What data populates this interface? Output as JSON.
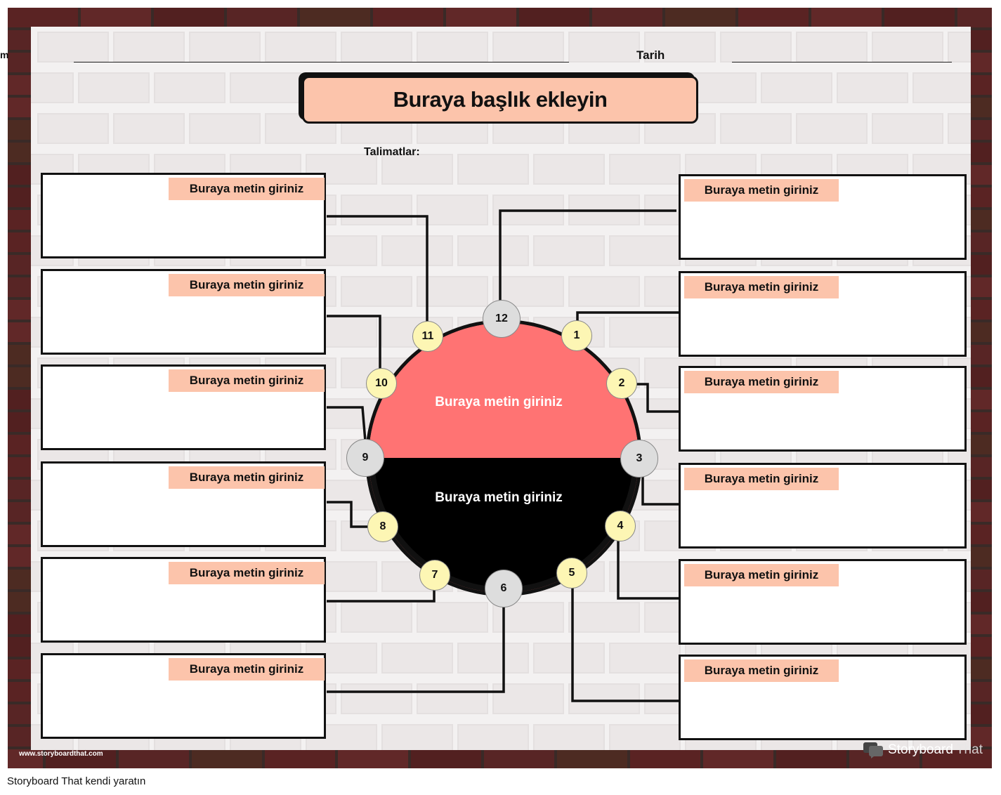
{
  "header": {
    "name_fragment": "m",
    "date_label": "Tarih"
  },
  "title": "Buraya başlık ekleyin",
  "instructions_label": "Talimatlar:",
  "placeholder": "Buraya metin giriniz",
  "clock": {
    "top_text": "Buraya metin giriniz",
    "bottom_text": "Buraya metin giriniz",
    "numbers": [
      "12",
      "1",
      "2",
      "3",
      "4",
      "5",
      "6",
      "7",
      "8",
      "9",
      "10",
      "11"
    ]
  },
  "left_boxes": [
    {
      "label": "Buraya metin giriniz"
    },
    {
      "label": "Buraya metin giriniz"
    },
    {
      "label": "Buraya metin giriniz"
    },
    {
      "label": "Buraya metin giriniz"
    },
    {
      "label": "Buraya metin giriniz"
    },
    {
      "label": "Buraya metin giriniz"
    }
  ],
  "right_boxes": [
    {
      "label": "Buraya metin giriniz"
    },
    {
      "label": "Buraya metin giriniz"
    },
    {
      "label": "Buraya metin giriniz"
    },
    {
      "label": "Buraya metin giriniz"
    },
    {
      "label": "Buraya metin giriniz"
    },
    {
      "label": "Buraya metin giriniz"
    }
  ],
  "footer": {
    "url": "www.storyboardthat.com",
    "logo_story": "Storyboard",
    "logo_that": "That",
    "caption": "Storyboard That kendi yaratın"
  },
  "colors": {
    "brick": "#5a2323",
    "peach": "#fcc4ab",
    "clock_top": "#ff7373",
    "clock_bottom": "#000000",
    "num_yellow": "#fdf6b4",
    "num_gray": "#dddddd"
  }
}
